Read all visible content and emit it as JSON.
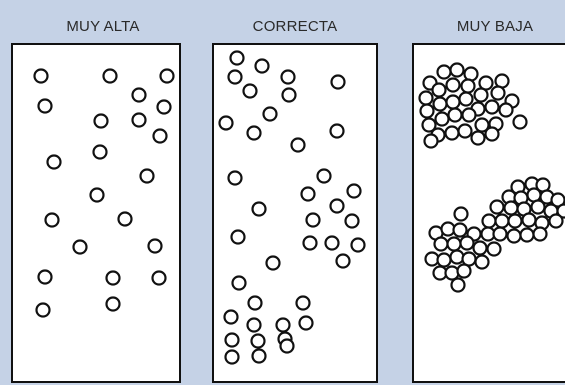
{
  "labels": {
    "high": "MUY ALTA",
    "correct": "CORRECTA",
    "low": "MUY BAJA"
  },
  "colors": {
    "background": "#c5d2e6",
    "panel": "#ffffff",
    "outline": "#111111"
  }
}
